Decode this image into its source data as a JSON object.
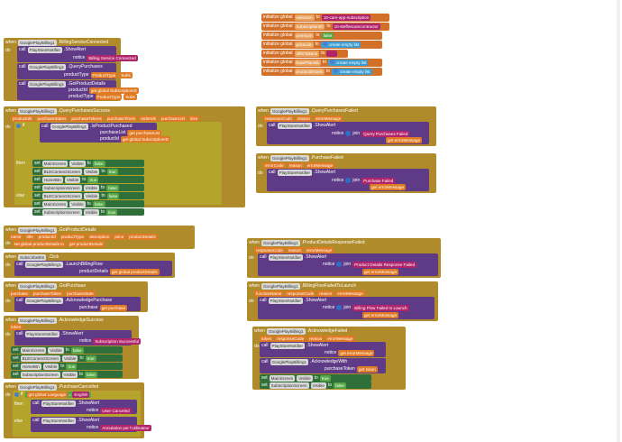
{
  "globals": [
    {
      "label": "initialize global",
      "name": "selection",
      "to": "to",
      "value": "10-cam-app-subscription"
    },
    {
      "label": "initialize global",
      "name": "SubscriptionID",
      "to": "to",
      "value": "10-steffescamcontractor"
    },
    {
      "label": "initialize global",
      "name": "premium",
      "to": "to",
      "value": "false"
    },
    {
      "label": "initialize global",
      "name": "priceList",
      "to": "to",
      "value": "create empty list"
    },
    {
      "label": "initialize global",
      "name": "offerTokens",
      "to": "to",
      "value": ""
    },
    {
      "label": "initialize global",
      "name": "basePlanIds",
      "to": "to",
      "value": "create empty list"
    },
    {
      "label": "initialize global",
      "name": "productDetails",
      "to": "to",
      "value": "create empty list"
    }
  ],
  "b1": {
    "when": "when",
    "comp": "GooglePlayBilling1",
    "event": ".BillingServiceConnected",
    "do": "do",
    "call": "call",
    "notifier": "PlayStoreNotifier",
    "showalert": ".ShowAlert",
    "notice": "notice",
    "msg": "Billing Service Connected",
    "qp": ".QueryPurchases",
    "ptype": "productType",
    "ptval": "ProductType",
    "subs": "Subs",
    "gpd": ".GetProductDetails",
    "pid": "productId",
    "get": "get",
    "gsub": "global SubscriptionID",
    "pt2": "productType"
  },
  "b2": {
    "event": ".QueryPurchasesSuccess",
    "params": [
      "productIds",
      "purchaseStates",
      "purchaseTokens",
      "purchaseTimes",
      "orderIds",
      "purchaseList",
      "size"
    ],
    "if": "if",
    "ipp": ".IsProductPurchased",
    "plist": "purchaseList",
    "pid": "productId",
    "then": "then",
    "else": "else",
    "set": "set",
    "to": "to",
    "visible": "Visible",
    "t": "true",
    "f": "false",
    "then_rows": [
      {
        "comp": "MainScreen",
        "prop": "Visible",
        "val": "false"
      },
      {
        "comp": "BLEConnectScreen",
        "prop": "Visible",
        "val": "true"
      },
      {
        "comp": "HomeBtn",
        "prop": "Visible",
        "val": "true"
      },
      {
        "comp": "SubscriptionScreen",
        "prop": "Visible",
        "val": "false"
      }
    ],
    "else_rows": [
      {
        "comp": "BLEConnectScreen",
        "prop": "Visible",
        "val": "false"
      },
      {
        "comp": "MainScreen",
        "prop": "Visible",
        "val": "false"
      },
      {
        "comp": "SubscriptionScreen",
        "prop": "Visible",
        "val": "true"
      }
    ]
  },
  "b3": {
    "event": ".QueryPurchasesFailed",
    "params": [
      "responseCode",
      "reason",
      "errorMessage"
    ],
    "join": "join",
    "msg": "Query Purchases Failed",
    "errmsg": "errorMessage"
  },
  "b4": {
    "event": ".PurchaseFailed",
    "params": [
      "errorCode",
      "reason",
      "errorMessage"
    ],
    "msg": "Purchase Failed",
    "errmsg": "errorMessage"
  },
  "b5": {
    "event": ".GotProductDetails",
    "params": [
      "name",
      "title",
      "productId",
      "productType",
      "description",
      "price",
      "productDetails"
    ],
    "setlbl": "set global productDetails",
    "getlbl": "productDetails"
  },
  "b6": {
    "comp": "SubscribeBtn",
    "event": ".Click",
    "call": ".LaunchBillingFlow",
    "pd": "productDetails",
    "getlbl": "global productDetails"
  },
  "b7": {
    "event": ".GotPurchase",
    "params": [
      "purchase",
      "purchaseToken",
      "purchaseState"
    ],
    "call": ".AcknowledgePurchase",
    "p": "purchase",
    "getlbl": "purchase"
  },
  "b8": {
    "event": ".AcknowledgeSuccess",
    "param": "token",
    "msg": "Subscription Successful",
    "rows": [
      {
        "comp": "MainScreen",
        "prop": "Visible",
        "val": "false"
      },
      {
        "comp": "BLEConnectScreen",
        "prop": "Visible",
        "val": "true"
      },
      {
        "comp": "HomeBtn",
        "prop": "Visible",
        "val": "true"
      },
      {
        "comp": "SubscriptionScreen",
        "prop": "Visible",
        "val": "false"
      }
    ]
  },
  "b9": {
    "event": ".PurchaseCancelled",
    "getlang": "global Language",
    "eq": "=",
    "lang": "English",
    "msg1": "User Canceled",
    "msg2": "Annulation par l'utilisateur"
  },
  "b10": {
    "event": ".ProductDetailsResponseFailed",
    "params": [
      "responseCode",
      "reason",
      "errorMessage"
    ],
    "msg": "Product Details Response Failed",
    "errmsg": "errorMessage"
  },
  "b11": {
    "event": ".BillingFlowFailedToLaunch",
    "params": [
      "functionName",
      "responseCode",
      "reason",
      "errorMessage"
    ],
    "msg": "Billing Flow Failed to Launch",
    "errmsg": "errorMessage"
  },
  "b12": {
    "event": ".AcknowledgeFailed",
    "params": [
      "token",
      "responseCode",
      "reason",
      "errorMessage"
    ],
    "errmsg": "errorMessage",
    "call": ".AcknowledgeWith",
    "ptok": "purchaseToken",
    "tok": "token",
    "rows": [
      {
        "comp": "MainScreen",
        "prop": "Visible",
        "val": "true"
      },
      {
        "comp": "SubscriptionScreen",
        "prop": "Visible",
        "val": "false"
      }
    ]
  }
}
